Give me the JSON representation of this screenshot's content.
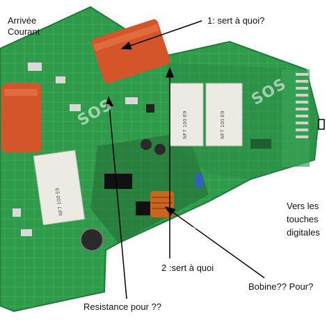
{
  "annotations": {
    "power_in_line1": "Arrivée",
    "power_in_line2": "Courant",
    "q1": "1: sert à quoi?",
    "q2": "2 :sert à quoi",
    "resistor": "Resistance pour ??",
    "coil": "Bobine?? Pour?",
    "touch_line1": "Vers les",
    "touch_line2": "touches",
    "touch_line3": "digitales"
  },
  "relay_labels": {
    "relay_a": "NF7 100 E9",
    "relay_b": "NF7 100 E9",
    "relay_c": "NF7 100 E9"
  },
  "watermark": "SOS",
  "colors": {
    "pcb_green": "#2f9a4a",
    "pcb_dark": "#1f7a38",
    "capacitor_orange": "#d4552a",
    "relay_white": "#ecebe3",
    "coil_copper": "#c9651c"
  }
}
